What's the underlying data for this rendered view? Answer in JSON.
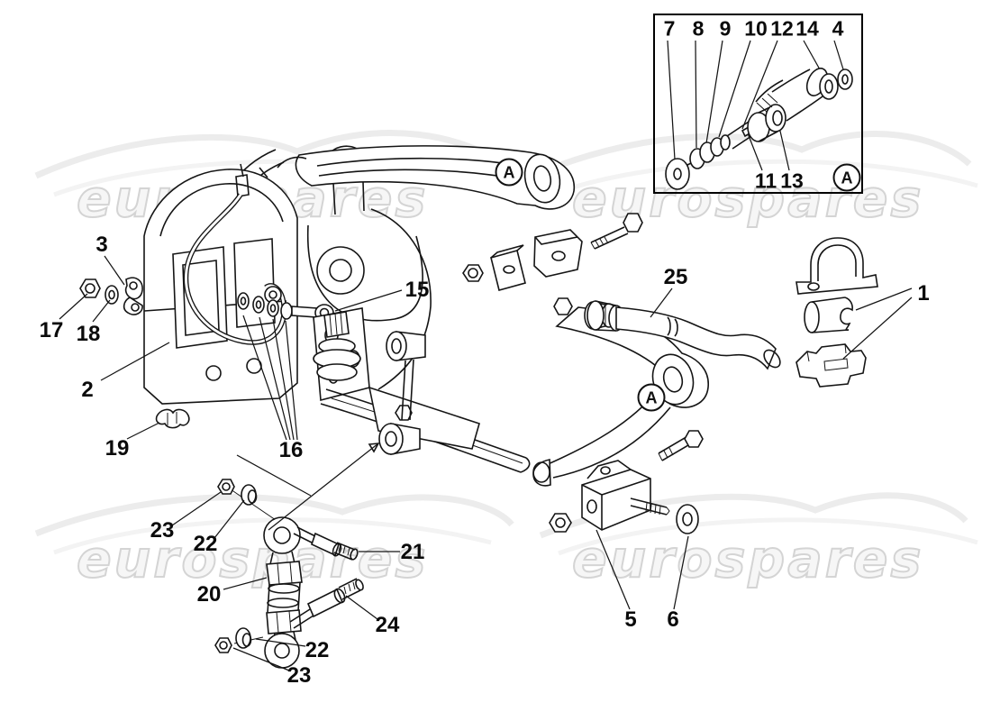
{
  "watermark": {
    "text": "eurospares",
    "color": "#d4d4d4"
  },
  "diagram": {
    "labels": [
      {
        "part": "3"
      },
      {
        "part": "17"
      },
      {
        "part": "18"
      },
      {
        "part": "2"
      },
      {
        "part": "19"
      },
      {
        "part": "16"
      },
      {
        "part": "15"
      },
      {
        "part": "25"
      },
      {
        "part": "1"
      },
      {
        "part": "5"
      },
      {
        "part": "6"
      },
      {
        "part": "23"
      },
      {
        "part": "22"
      },
      {
        "part": "20"
      },
      {
        "part": "21"
      },
      {
        "part": "24"
      },
      {
        "part": "22"
      },
      {
        "part": "23"
      }
    ],
    "view_markers": [
      {
        "label": "A"
      },
      {
        "label": "A"
      }
    ]
  },
  "inset": {
    "top_labels": [
      {
        "part": "7"
      },
      {
        "part": "8"
      },
      {
        "part": "9"
      },
      {
        "part": "10"
      },
      {
        "part": "12"
      },
      {
        "part": "14"
      },
      {
        "part": "4"
      }
    ],
    "bottom_labels": [
      {
        "part": "11"
      },
      {
        "part": "13"
      }
    ],
    "view_marker": {
      "label": "A"
    }
  }
}
